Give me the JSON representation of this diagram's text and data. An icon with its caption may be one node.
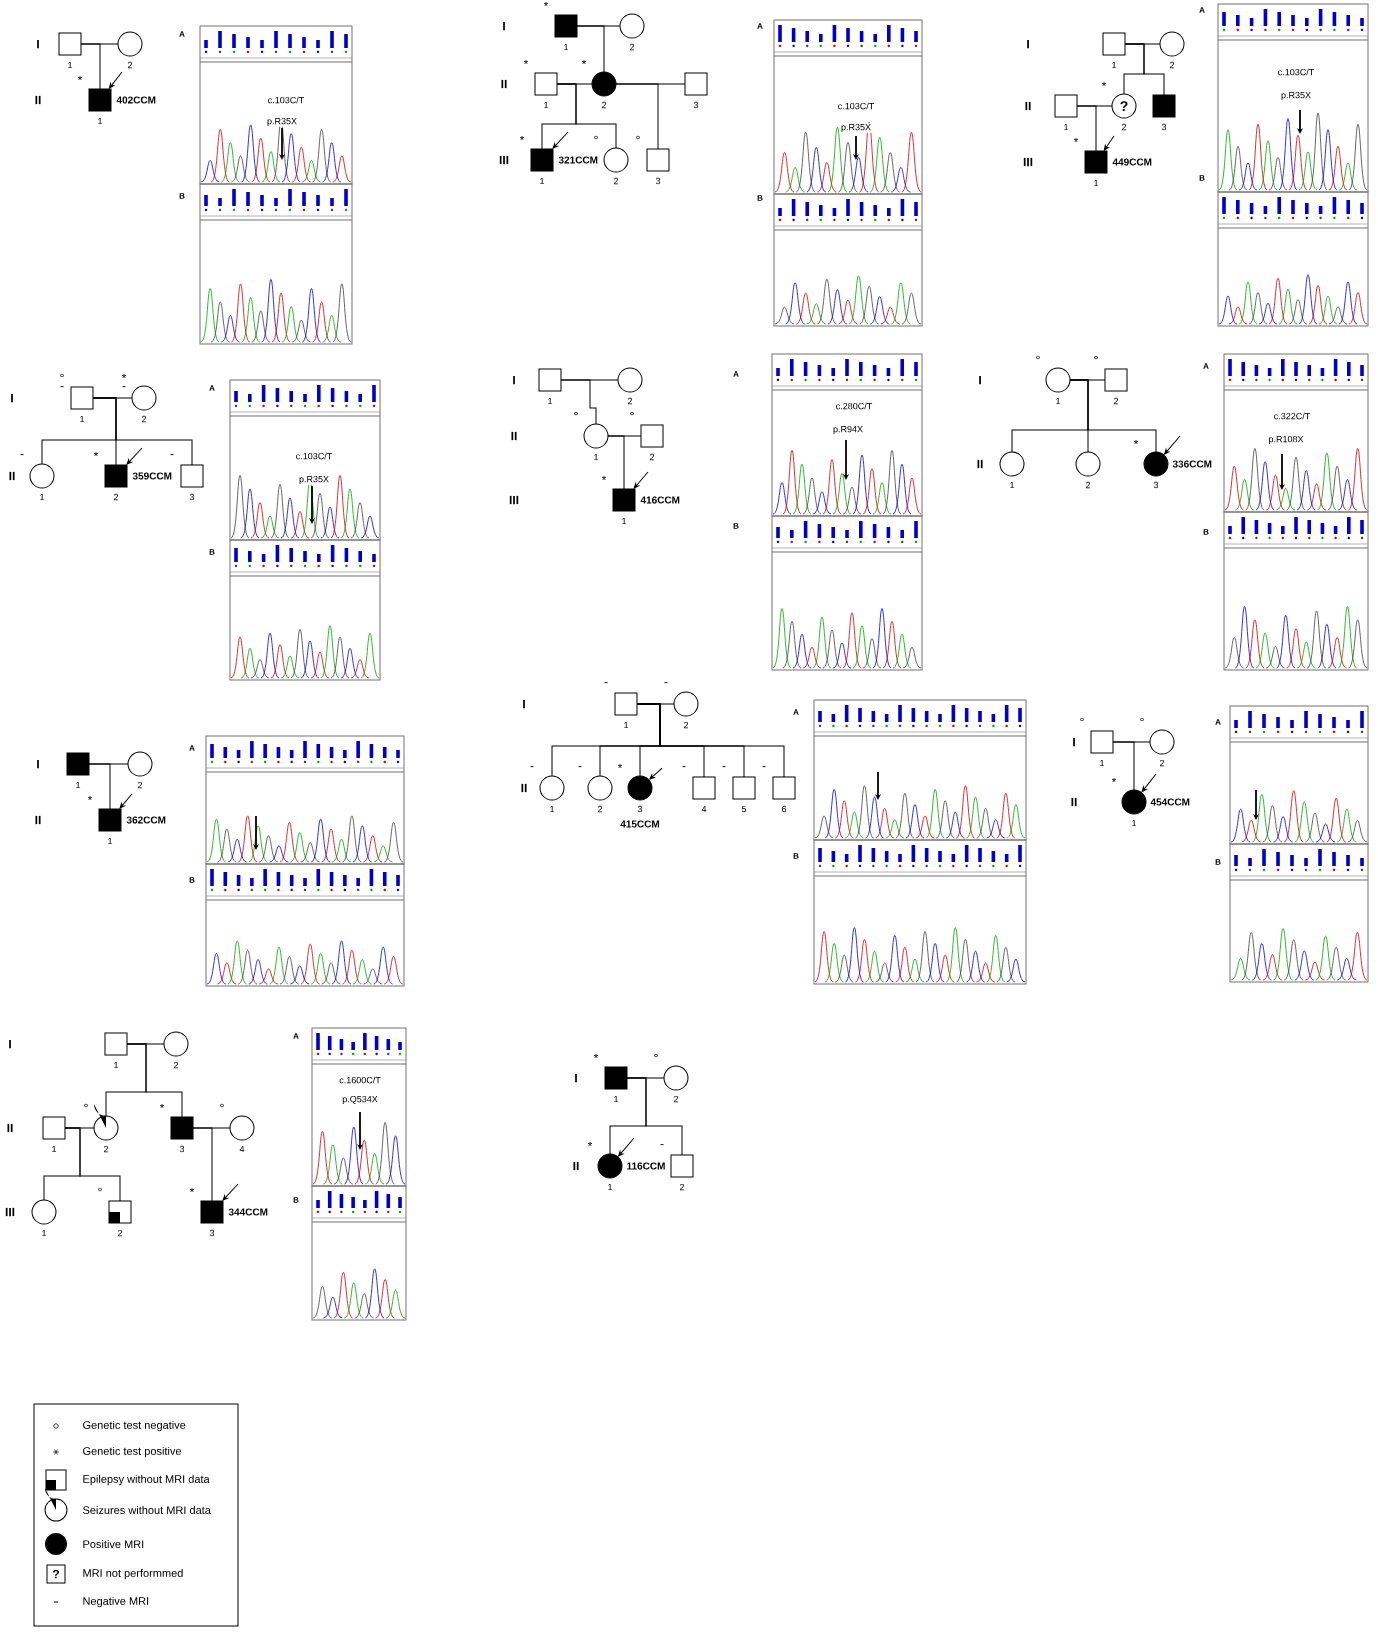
{
  "diagram": {
    "nodes": [
      {
        "text": [],
        "shape": "box",
        "beside": [
          "1"
        ]
      },
      {
        "text": [],
        "shape": "circle",
        "beside": [
          "2"
        ]
      },
      {
        "text": [],
        "shape": "filled-box",
        "beside": [
          "*",
          "1",
          "402CCM"
        ]
      },
      {
        "text": [],
        "shape": "filled-box",
        "beside": [
          "*",
          "1"
        ]
      },
      {
        "text": [],
        "shape": "circle",
        "beside": [
          "2"
        ]
      },
      {
        "text": [],
        "shape": "box",
        "beside": [
          "*",
          "1"
        ]
      },
      {
        "text": [],
        "shape": "filled-circle",
        "beside": [
          "*",
          "2"
        ]
      },
      {
        "text": [],
        "shape": "box",
        "beside": [
          "3"
        ]
      },
      {
        "text": [],
        "shape": "filled-box",
        "beside": [
          "*",
          "1",
          "321CCM"
        ]
      },
      {
        "text": [],
        "shape": "circle",
        "beside": [
          "°",
          "2"
        ]
      },
      {
        "text": [],
        "shape": "box",
        "beside": [
          "°",
          "3"
        ]
      },
      {
        "text": [],
        "shape": "box",
        "beside": [
          "1"
        ]
      },
      {
        "text": [],
        "shape": "circle",
        "beside": [
          "2"
        ]
      },
      {
        "text": [],
        "shape": "box",
        "beside": [
          "1"
        ]
      },
      {
        "text": [
          "?"
        ],
        "beside": [
          "*",
          "2"
        ]
      },
      {
        "text": [],
        "shape": "filled-box",
        "beside": [
          "3"
        ]
      },
      {
        "text": [],
        "shape": "filled-box",
        "beside": [
          "*",
          "1",
          "449CCM"
        ]
      },
      {
        "text": [],
        "shape": "box",
        "beside": [
          "°",
          "-",
          "1"
        ]
      },
      {
        "text": [],
        "shape": "circle",
        "beside": [
          "*",
          "-",
          "2"
        ]
      },
      {
        "text": [],
        "shape": "circle",
        "beside": [
          "-",
          "1"
        ]
      },
      {
        "text": [],
        "shape": "filled-box",
        "beside": [
          "*",
          "2",
          "359CCM"
        ]
      },
      {
        "text": [],
        "shape": "box",
        "beside": [
          "-",
          "3"
        ]
      },
      {
        "text": [],
        "shape": "box",
        "beside": [
          "1"
        ]
      },
      {
        "text": [],
        "shape": "circle",
        "beside": [
          "2"
        ]
      },
      {
        "text": [],
        "shape": "circle",
        "beside": [
          "°",
          "1"
        ]
      },
      {
        "text": [],
        "shape": "box",
        "beside": [
          "°",
          "2"
        ]
      },
      {
        "text": [],
        "shape": "filled-box",
        "beside": [
          "*",
          "1",
          "416CCM"
        ]
      },
      {
        "text": [],
        "shape": "circle",
        "beside": [
          "°",
          "1"
        ]
      },
      {
        "text": [],
        "shape": "box",
        "beside": [
          "°",
          "2"
        ]
      },
      {
        "text": [],
        "shape": "circle",
        "beside": [
          "1"
        ]
      },
      {
        "text": [],
        "shape": "circle",
        "beside": [
          "2"
        ]
      },
      {
        "text": [],
        "shape": "filled-circle",
        "beside": [
          "*",
          "3",
          "336CCM"
        ]
      },
      {
        "text": [],
        "shape": "filled-box",
        "beside": [
          "1"
        ]
      },
      {
        "text": [],
        "shape": "circle",
        "beside": [
          "2"
        ]
      },
      {
        "text": [],
        "shape": "filled-box",
        "beside": [
          "*",
          "1",
          "362CCM"
        ]
      },
      {
        "text": [],
        "shape": "box",
        "beside": [
          "-",
          "1"
        ]
      },
      {
        "text": [],
        "shape": "circle",
        "beside": [
          "-",
          "2"
        ]
      },
      {
        "text": [],
        "shape": "circle",
        "beside": [
          "-",
          "1"
        ]
      },
      {
        "text": [],
        "shape": "circle",
        "beside": [
          "-",
          "2"
        ]
      },
      {
        "text": [],
        "shape": "filled-circle",
        "beside": [
          "*",
          "3",
          "415CCM"
        ]
      },
      {
        "text": [],
        "shape": "box",
        "beside": [
          "-",
          "4"
        ]
      },
      {
        "text": [],
        "shape": "box",
        "beside": [
          "-",
          "5"
        ]
      },
      {
        "text": [],
        "shape": "box",
        "beside": [
          "-",
          "6"
        ]
      },
      {
        "text": [],
        "shape": "box",
        "beside": [
          "°",
          "1"
        ]
      },
      {
        "text": [],
        "shape": "circle",
        "beside": [
          "°",
          "2"
        ]
      },
      {
        "text": [],
        "shape": "filled-circle",
        "beside": [
          "*",
          "1",
          "454CCM"
        ]
      },
      {
        "text": [],
        "shape": "box",
        "beside": [
          "1"
        ]
      },
      {
        "text": [],
        "shape": "circle",
        "beside": [
          "2"
        ]
      },
      {
        "text": [],
        "shape": "box",
        "beside": [
          "1"
        ]
      },
      {
        "text": [],
        "shape": "quarter-circle",
        "beside": [
          "°",
          "2"
        ]
      },
      {
        "text": [],
        "shape": "filled-box",
        "beside": [
          "*",
          "3"
        ]
      },
      {
        "text": [],
        "shape": "circle",
        "beside": [
          "°",
          "4"
        ]
      },
      {
        "text": [],
        "shape": "circle",
        "beside": [
          "1"
        ]
      },
      {
        "text": [],
        "shape": "quarter-box",
        "beside": [
          "°",
          "2"
        ]
      },
      {
        "text": [],
        "shape": "filled-box",
        "beside": [
          "*",
          "3",
          "344CCM"
        ]
      },
      {
        "text": [],
        "shape": "filled-box",
        "beside": [
          "*",
          "1"
        ]
      },
      {
        "text": [],
        "shape": "circle",
        "beside": [
          "°",
          "2"
        ]
      },
      {
        "text": [],
        "shape": "filled-circle",
        "beside": [
          "*",
          "1",
          "116CCM"
        ]
      },
      {
        "text": [],
        "shape": "box",
        "beside": [
          "-",
          "2"
        ]
      }
    ],
    "edges": [
      {
        "from": 0,
        "to": 1,
        "arrow": "none"
      },
      {
        "from": 0,
        "to": 2,
        "arrow": "none"
      },
      {
        "from": null,
        "to": 2,
        "arrow": "to"
      },
      {
        "from": 3,
        "to": 4,
        "arrow": "none"
      },
      {
        "from": 3,
        "to": 6,
        "arrow": "none"
      },
      {
        "from": 5,
        "to": 6,
        "arrow": "none"
      },
      {
        "from": 6,
        "to": 7,
        "arrow": "none"
      },
      {
        "from": 5,
        "to": 8,
        "arrow": "none"
      },
      {
        "from": 5,
        "to": 9,
        "arrow": "none"
      },
      {
        "from": 6,
        "to": 10,
        "arrow": "none"
      },
      {
        "from": null,
        "to": 8,
        "arrow": "to"
      },
      {
        "from": 11,
        "to": 12,
        "arrow": "none"
      },
      {
        "from": 11,
        "to": 14,
        "arrow": "none"
      },
      {
        "from": 11,
        "to": 15,
        "arrow": "none"
      },
      {
        "from": 13,
        "to": 14,
        "arrow": "none"
      },
      {
        "from": 13,
        "to": 16,
        "arrow": "none"
      },
      {
        "from": null,
        "to": 16,
        "arrow": "to"
      },
      {
        "from": 17,
        "to": 18,
        "arrow": "none"
      },
      {
        "from": 17,
        "to": 19,
        "arrow": "none"
      },
      {
        "from": 17,
        "to": 20,
        "arrow": "none"
      },
      {
        "from": 17,
        "to": 21,
        "arrow": "none"
      },
      {
        "from": null,
        "to": 20,
        "arrow": "to"
      },
      {
        "from": 22,
        "to": 23,
        "arrow": "none"
      },
      {
        "from": 22,
        "to": 24,
        "arrow": "none"
      },
      {
        "from": 24,
        "to": 25,
        "arrow": "none"
      },
      {
        "from": 24,
        "to": 26,
        "arrow": "none"
      },
      {
        "from": null,
        "to": 26,
        "arrow": "to"
      },
      {
        "from": 27,
        "to": 28,
        "arrow": "none"
      },
      {
        "from": 27,
        "to": 29,
        "arrow": "none"
      },
      {
        "from": 27,
        "to": 30,
        "arrow": "none"
      },
      {
        "from": 27,
        "to": 31,
        "arrow": "none"
      },
      {
        "from": null,
        "to": 31,
        "arrow": "to"
      },
      {
        "from": 32,
        "to": 33,
        "arrow": "none"
      },
      {
        "from": 32,
        "to": 34,
        "arrow": "none"
      },
      {
        "from": null,
        "to": 34,
        "arrow": "to"
      },
      {
        "from": 35,
        "to": 36,
        "arrow": "none"
      },
      {
        "from": 35,
        "to": 37,
        "arrow": "none"
      },
      {
        "from": 35,
        "to": 38,
        "arrow": "none"
      },
      {
        "from": 35,
        "to": 39,
        "arrow": "none"
      },
      {
        "from": 35,
        "to": 40,
        "arrow": "none"
      },
      {
        "from": 35,
        "to": 41,
        "arrow": "none"
      },
      {
        "from": 35,
        "to": 42,
        "arrow": "none"
      },
      {
        "from": null,
        "to": 39,
        "arrow": "to"
      },
      {
        "from": 43,
        "to": 44,
        "arrow": "none"
      },
      {
        "from": 43,
        "to": 45,
        "arrow": "none"
      },
      {
        "from": null,
        "to": 45,
        "arrow": "to"
      },
      {
        "from": 46,
        "to": 47,
        "arrow": "none"
      },
      {
        "from": 46,
        "to": 49,
        "arrow": "none"
      },
      {
        "from": 46,
        "to": 50,
        "arrow": "none"
      },
      {
        "from": 48,
        "to": 49,
        "arrow": "none"
      },
      {
        "from": 48,
        "to": 52,
        "arrow": "none"
      },
      {
        "from": 48,
        "to": 53,
        "arrow": "none"
      },
      {
        "from": 50,
        "to": 51,
        "arrow": "none"
      },
      {
        "from": 50,
        "to": 54,
        "arrow": "none"
      },
      {
        "from": null,
        "to": 54,
        "arrow": "to"
      },
      {
        "from": 55,
        "to": 56,
        "arrow": "none"
      },
      {
        "from": 55,
        "to": 57,
        "arrow": "none"
      },
      {
        "from": 55,
        "to": 58,
        "arrow": "none"
      },
      {
        "from": null,
        "to": 57,
        "arrow": "to"
      }
    ],
    "labels": [
      "I",
      "II",
      "A",
      "B",
      "c.103C/T",
      "p.R35X",
      "I",
      "II",
      "III",
      "A",
      "B",
      "c.103C/T",
      "p.R35X",
      "I",
      "II",
      "III",
      "A",
      "B",
      "c.103C/T",
      "p.R35X",
      "I",
      "II",
      "A",
      "B",
      "c.103C/T",
      "p.R35X",
      "I",
      "II",
      "III",
      "A",
      "B",
      "c.280C/T",
      "p.R94X",
      "I",
      "II",
      "A",
      "B",
      "c.322C/T",
      "p.R108X",
      "I",
      "II",
      "A",
      "B",
      "I",
      "II",
      "A",
      "B",
      "I",
      "II",
      "A",
      "B",
      "I",
      "II",
      "III",
      "A",
      "B",
      "c.1600C/T",
      "p.Q534X",
      "I",
      "II",
      "?"
    ],
    "legend": [
      {
        "text": "Genetic test negative"
      },
      {
        "text": "Genetic test positive"
      },
      {
        "text": "Epilepsy without MRI data"
      },
      {
        "text": "Seizures without MRI data"
      },
      {
        "text": "Positive MRI"
      },
      {
        "text": "MRI not performmed"
      },
      {
        "text": "Negative MRI"
      }
    ]
  }
}
